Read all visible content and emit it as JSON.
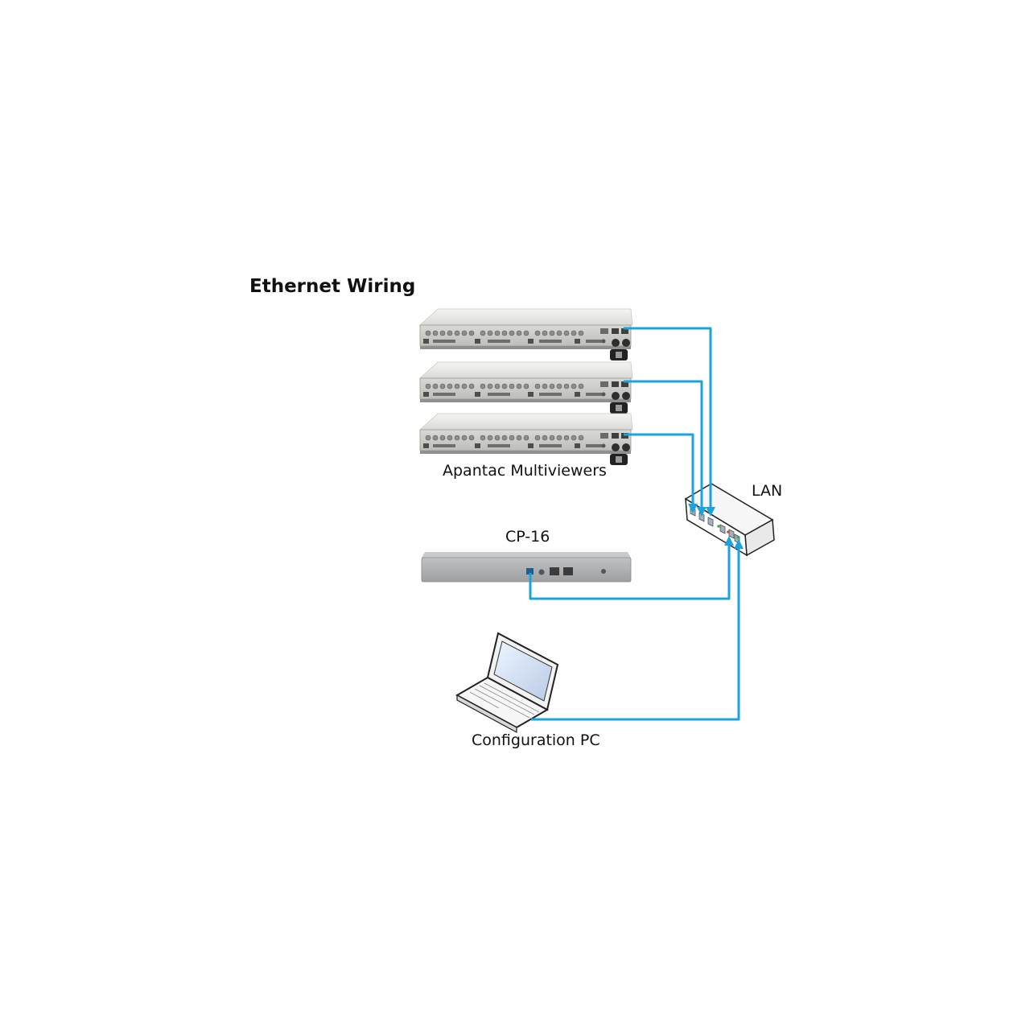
{
  "title": "Ethernet Wiring",
  "labels": {
    "multiviewers": "Apantac Multiviewers",
    "lan": "LAN",
    "cp16": "CP-16",
    "config_pc": "Configuration PC"
  },
  "colors": {
    "cable": "#1aa3dd",
    "chassis": "#cfcfcd",
    "cp16_body": "#a9abad"
  }
}
